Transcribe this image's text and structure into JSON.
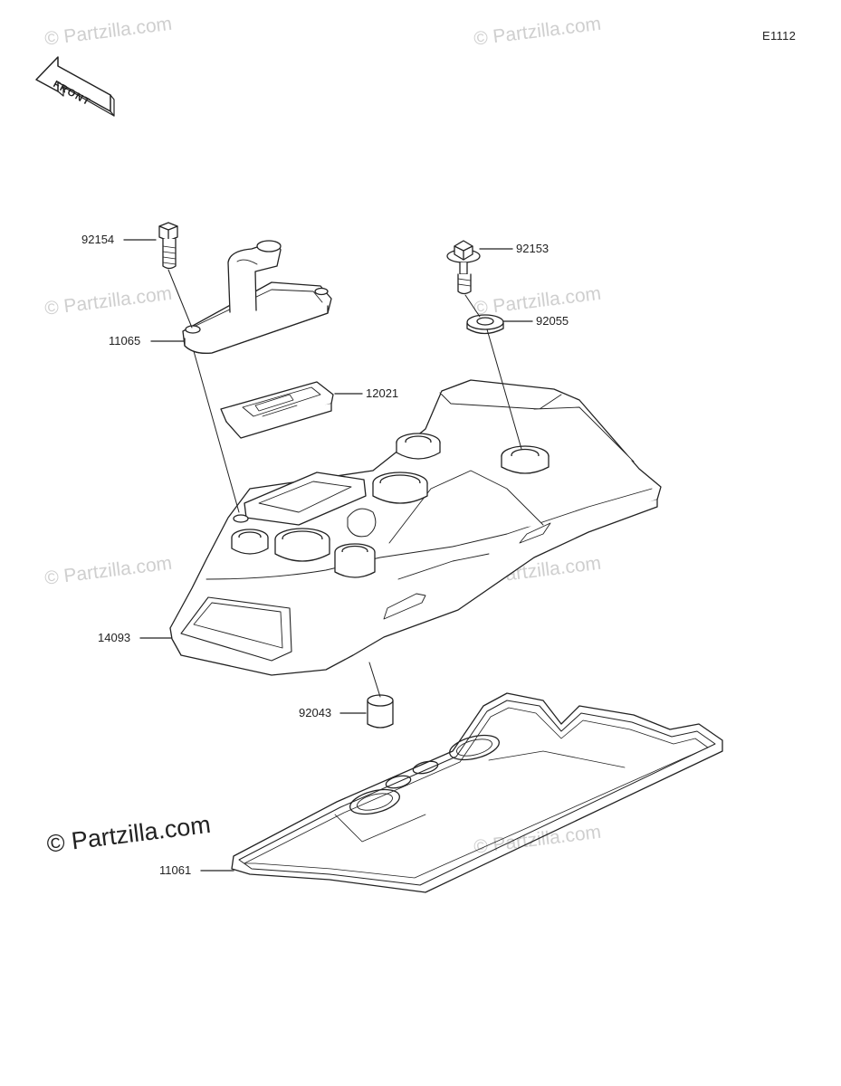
{
  "diagram_code": "E1112",
  "front_label": "FRONT",
  "watermark": {
    "symbol": "©",
    "text": "Partzilla.com"
  },
  "parts": [
    {
      "id": "92154"
    },
    {
      "id": "92153"
    },
    {
      "id": "92055"
    },
    {
      "id": "11065"
    },
    {
      "id": "12021"
    },
    {
      "id": "14093"
    },
    {
      "id": "92043"
    },
    {
      "id": "11061"
    }
  ],
  "colors": {
    "line": "#222222",
    "watermark": "#cfcfcf",
    "background": "#ffffff"
  }
}
